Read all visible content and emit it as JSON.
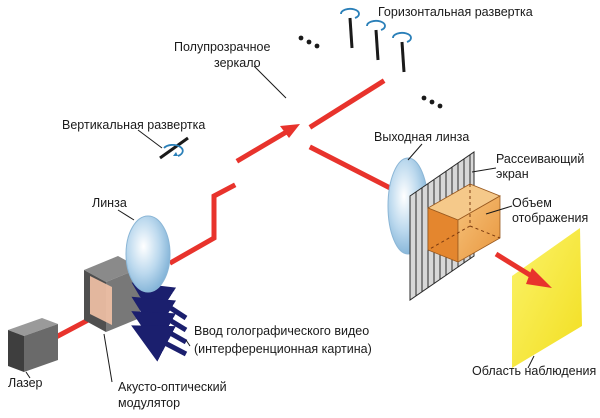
{
  "labels": {
    "horizontal_scan": "Горизонтальная развертка",
    "semi_mirror_line1": "Полупрозрачное",
    "semi_mirror_line2": "зеркало",
    "vertical_scan": "Вертикальная развертка",
    "output_lens": "Выходная линза",
    "diffuser_line1": "Рассеивающий",
    "diffuser_line2": "экран",
    "volume_line1": "Объем",
    "volume_line2": "отображения",
    "lens": "Линза",
    "holo_input_line1": "Ввод голографического видео",
    "holo_input_line2": "(интерференционная картина)",
    "laser": "Лазер",
    "aom_line1": "Акусто-оптический",
    "aom_line2": "модулятор",
    "observation": "Область наблюдения"
  },
  "colors": {
    "beam": "#e8332c",
    "lens": "#a9cde6",
    "observation": "#f7ea3b",
    "volume_front": "#f0b06a",
    "volume_side": "#e4862e",
    "volume_top": "#f5c98a",
    "laser_body": "#5a5a5a",
    "aom_body": "#6e6e6e",
    "input_arrows": "#1b1f6e",
    "scan_icon": "#2a7fb8"
  }
}
